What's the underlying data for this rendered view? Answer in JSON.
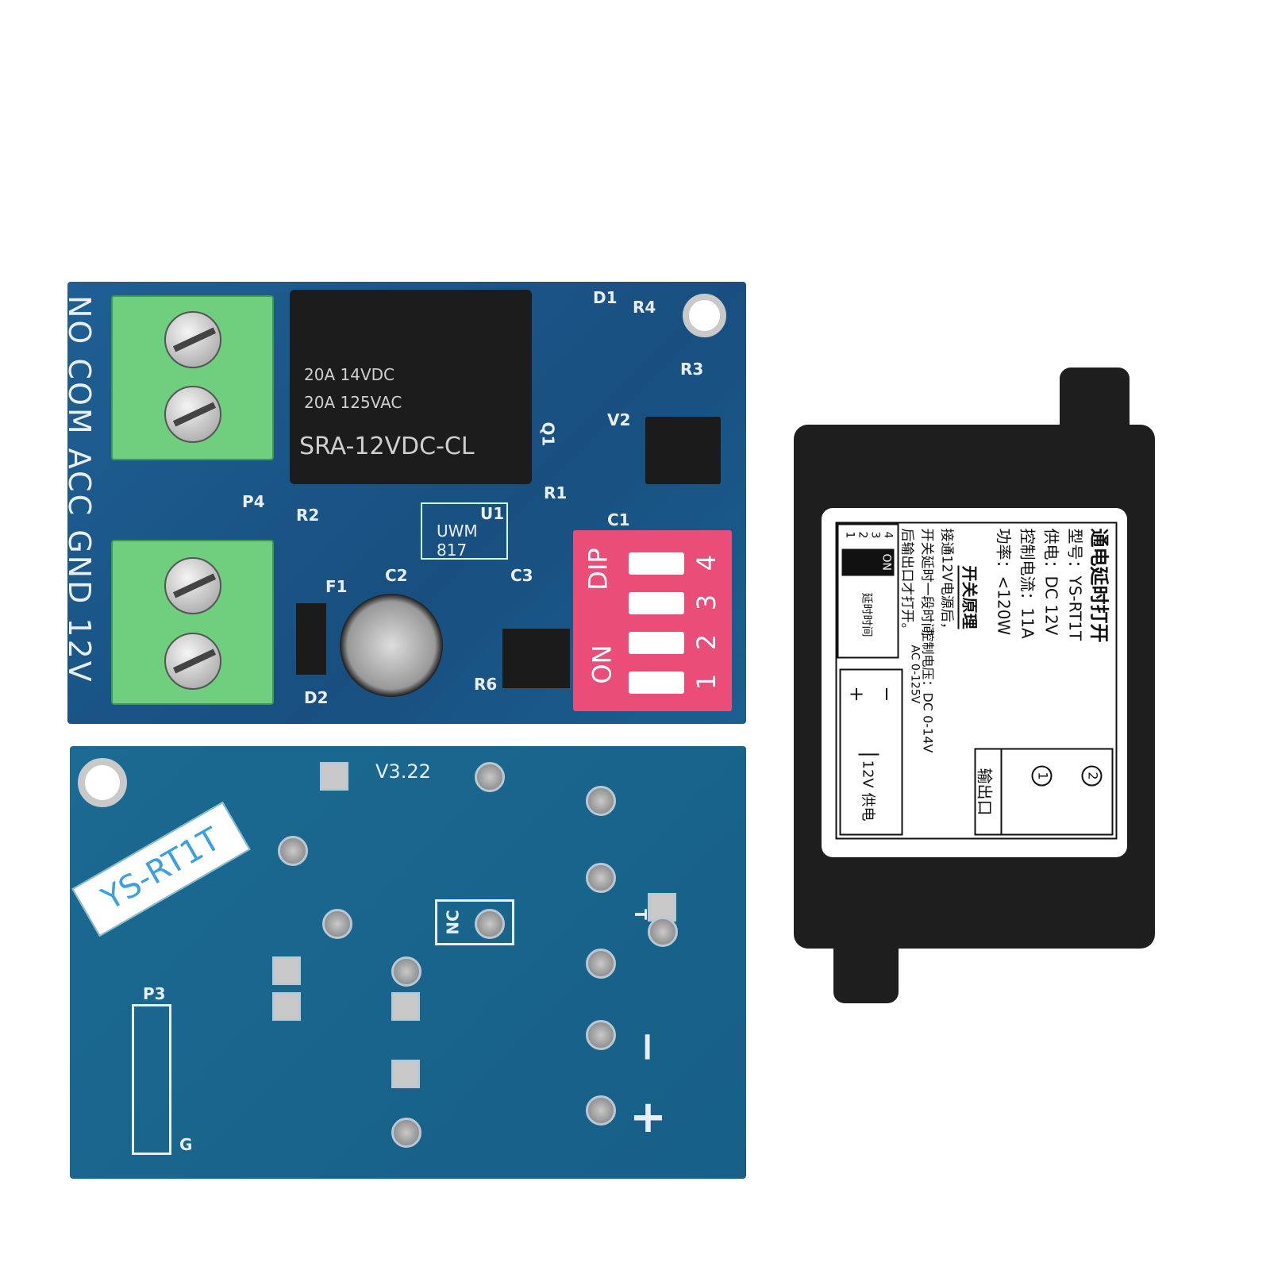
{
  "top_board": {
    "terminals": "NO COM ACC GND 12V",
    "relay": {
      "line1": "20A 14VDC",
      "line2": "20A 125VAC",
      "model": "SRA-12VDC-CL"
    },
    "ic": "UWM 817",
    "refs": {
      "d1": "D1",
      "r4": "R4",
      "r3": "R3",
      "q1": "Q1",
      "v2": "V2",
      "r1": "R1",
      "c1": "C1",
      "u1": "U1",
      "r2": "R2",
      "p4": "P4",
      "f1": "F1",
      "c2": "C2",
      "c3": "C3",
      "d2": "D2",
      "r6": "R6"
    },
    "dip": {
      "label": "DIP",
      "on": "ON",
      "numbers": [
        "1",
        "2",
        "3",
        "4"
      ]
    }
  },
  "bottom_board": {
    "version": "V3.22",
    "sticker": "YS-RT1T",
    "nc": "NC",
    "p3": "P3",
    "g": "G",
    "t": "T",
    "minus": "−",
    "plus": "+"
  },
  "module_label": {
    "title": "通电延时打开",
    "model": "型号：YS-RT1T",
    "supply": "供电：DC 12V",
    "current": "控制电流：11A",
    "power": "功率：<120W",
    "voltage": "控制电压：DC 0-14V",
    "voltage_ac": "AC 0-125V",
    "principle_title": "开关原理",
    "principle_1": "接通12V电源后，",
    "principle_2": "开关延时一段时间",
    "principle_3": "后输出口才打开。",
    "plus": "+",
    "minus": "−",
    "power_in": "12V 供电",
    "output": "输出口",
    "pin1": "1",
    "pin2": "2",
    "dip_title": "延时时间",
    "dip_on": "ON",
    "dip_numbers": [
      "1",
      "2",
      "3",
      "4"
    ]
  }
}
